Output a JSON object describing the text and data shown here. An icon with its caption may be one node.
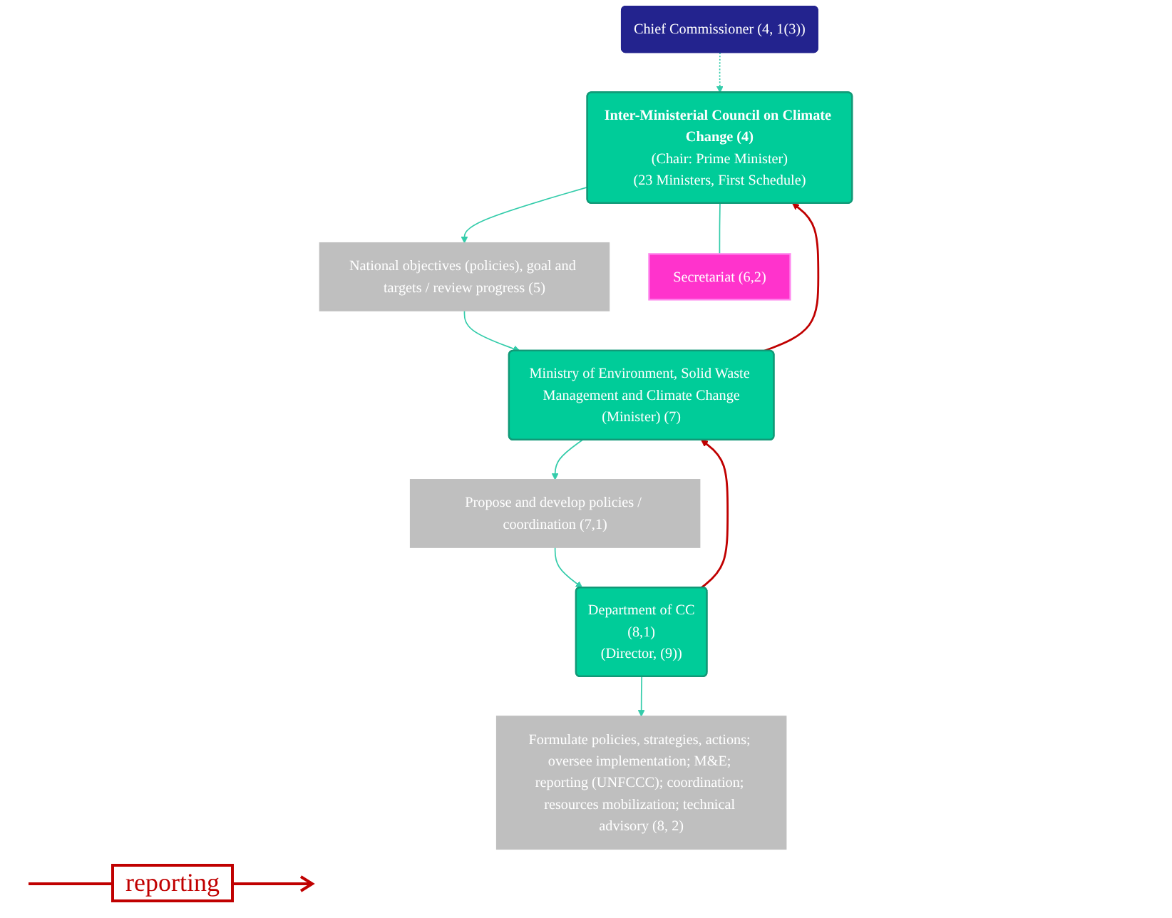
{
  "diagram": {
    "nodes": [
      {
        "text": [
          "Inter-Ministerial Council on Climate Change (4)",
          "(Chair: Prime Minister)",
          "(23 Ministers, First Schedule)"
        ]
      },
      {
        "text": [
          "National objectives (policies), goal and targets / review progress (5)"
        ]
      },
      {
        "text": [
          "Ministry of Environment, Solid Waste Management and Climate Change",
          "(Minister) (7)"
        ]
      },
      {
        "text": [
          "Propose and develop policies / coordination (7,1)"
        ]
      },
      {
        "text": [
          "Department of CC",
          "(8,1)",
          "(Director, (9))"
        ]
      },
      {
        "text": [
          "Secretariat (6,2)"
        ]
      },
      {
        "text": [
          "Formulate policies, strategies, actions; oversee implementation; M&E; reporting (UNFCCC); coordination; resources mobilization; technical advisory (8, 2)"
        ]
      },
      {
        "text": [
          "Chief Commissioner (4, 1(3))"
        ]
      }
    ],
    "edges": [
      {
        "from": 0,
        "to": 1,
        "arrow": "to"
      },
      {
        "from": 1,
        "to": 2,
        "arrow": "to"
      },
      {
        "from": 2,
        "to": 3,
        "arrow": "to"
      },
      {
        "from": 3,
        "to": 4,
        "arrow": "to"
      },
      {
        "from": 4,
        "to": 6,
        "arrow": "to"
      },
      {
        "from": 7,
        "to": 0,
        "arrow": "to",
        "style": "dashed"
      },
      {
        "from": 2,
        "to": 0,
        "arrow": "to",
        "color": "#c00000"
      },
      {
        "from": 4,
        "to": 2,
        "arrow": "to",
        "color": "#c00000"
      },
      {
        "from": 0,
        "to": 5,
        "arrow": "none"
      }
    ],
    "legend": [
      {
        "text": "reporting"
      }
    ]
  }
}
